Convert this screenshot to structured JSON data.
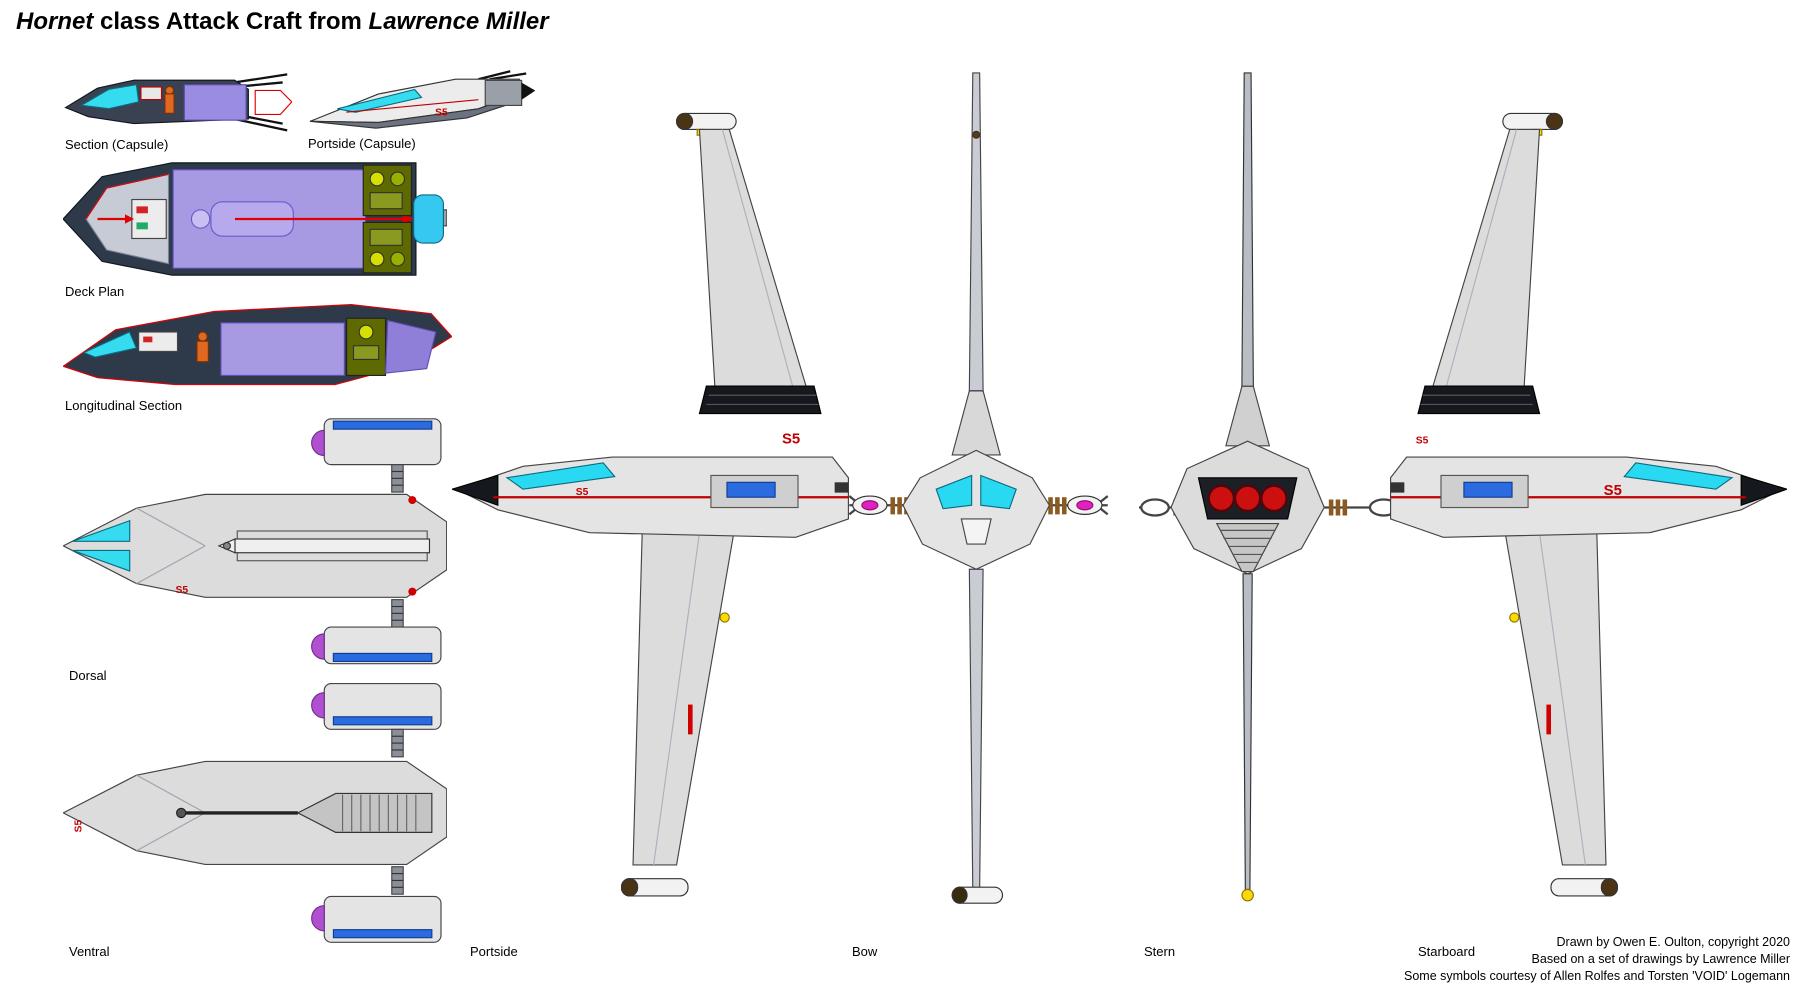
{
  "title": {
    "craft_name": "Hornet",
    "middle": " class Attack Craft from ",
    "credit_name": "Lawrence Miller"
  },
  "views": {
    "section_capsule": "Section (Capsule)",
    "portside_capsule": "Portside (Capsule)",
    "deck_plan": "Deck Plan",
    "longitudinal_section": "Longitudinal Section",
    "dorsal": "Dorsal",
    "ventral": "Ventral",
    "portside": "Portside",
    "bow": "Bow",
    "stern": "Stern",
    "starboard": "Starboard"
  },
  "markings": {
    "hull_code": "S5"
  },
  "credits": {
    "line1": "Drawn by Owen E. Oulton, copyright 2020",
    "line2": "Based on a set of drawings by Lawrence Miller",
    "line3": "Some symbols courtesy of Allen Rolfes and Torsten 'VOID' Logemann"
  },
  "colors": {
    "canopy_cyan": "#2BD9F0",
    "hull_light": "#E2E2E2",
    "hull_dark": "#2E3A4A",
    "interior_purple": "#A79AE2",
    "equipment_olive": "#5E6A00",
    "stripe_red": "#CC0000",
    "hatch_blue": "#2B6BE0",
    "signal_yellow": "#FFD800",
    "thruster_red": "#CC1010",
    "nav_magenta": "#E020C0",
    "pilot_orange": "#E06820"
  }
}
